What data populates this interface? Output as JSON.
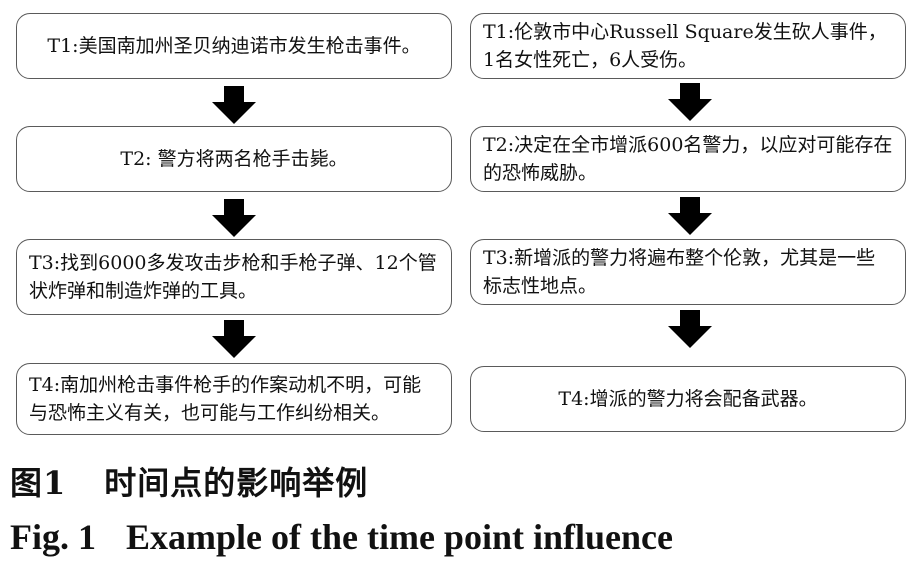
{
  "diagram": {
    "left_column": [
      {
        "id": "T1",
        "text": "T1:美国南加州圣贝纳迪诺市发生枪击事件。"
      },
      {
        "id": "T2",
        "text": "T2: 警方将两名枪手击毙。"
      },
      {
        "id": "T3",
        "text": "T3:找到6000多发攻击步枪和手枪子弹、12个管状炸弹和制造炸弹的工具。"
      },
      {
        "id": "T4",
        "text": "T4:南加州枪击事件枪手的作案动机不明，可能与恐怖主义有关，也可能与工作纠纷相关。"
      }
    ],
    "right_column": [
      {
        "id": "T1",
        "text": "T1:伦敦市中心Russell Square发生砍人事件，1名女性死亡，6人受伤。"
      },
      {
        "id": "T2",
        "text": "T2:决定在全市增派600名警力，以应对可能存在的恐怖威胁。"
      },
      {
        "id": "T3",
        "text": "T3:新增派的警力将遍布整个伦敦，尤其是一些标志性地点。"
      },
      {
        "id": "T4",
        "text": "T4:增派的警力将会配备武器。"
      }
    ]
  },
  "caption": {
    "cn_label": "图1",
    "cn_title": "时间点的影响举例",
    "en_label": "Fig. 1",
    "en_title": "Example of the time point influence"
  },
  "colors": {
    "box_border": "#5a5a5a",
    "arrow": "#000000",
    "text": "#111111"
  }
}
